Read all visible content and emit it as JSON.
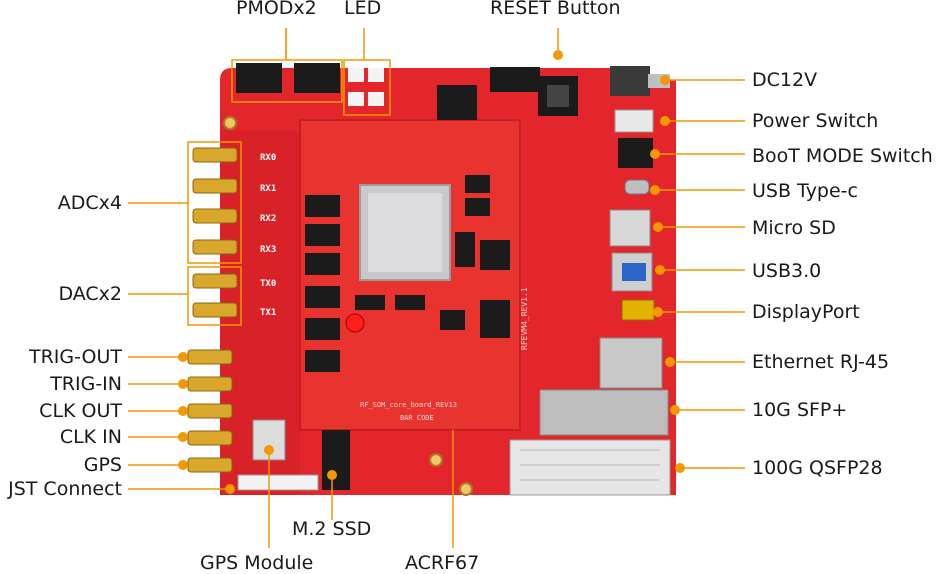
{
  "labels": {
    "pmod": "PMODx2",
    "led": "LED",
    "reset": "RESET Button",
    "dc12v": "DC12V",
    "power_switch": "Power Switch",
    "boot_mode": "BooT MODE Switch",
    "usb_typec": "USB Type-c",
    "micro_sd": "Micro SD",
    "usb30": "USB3.0",
    "displayport": "DisplayPort",
    "ethernet": "Ethernet RJ-45",
    "sfp": "10G SFP+",
    "qsfp": "100G QSFP28",
    "adc": "ADCx4",
    "dac": "DACx2",
    "trig_out": "TRIG-OUT",
    "trig_in": "TRIG-IN",
    "clk_out": "CLK OUT",
    "clk_in": "CLK IN",
    "gps": "GPS",
    "jst": "JST Connect",
    "m2_ssd": "M.2 SSD",
    "gps_module": "GPS Module",
    "acrf67": "ACRF67"
  },
  "board_silkscreen": {
    "rx0": "RX0",
    "rx1": "RX1",
    "rx2": "RX2",
    "rx3": "RX3",
    "tx0": "TX0",
    "tx1": "TX1",
    "som": "RF_SOM_core_board_REV13",
    "evm": "RFEVM4_REV1.1",
    "bar": "BAR  CODE"
  },
  "colors": {
    "accent": "#f39800",
    "board": "#e3262b",
    "board_dark": "#c71e23",
    "text": "#1a1a1a"
  }
}
